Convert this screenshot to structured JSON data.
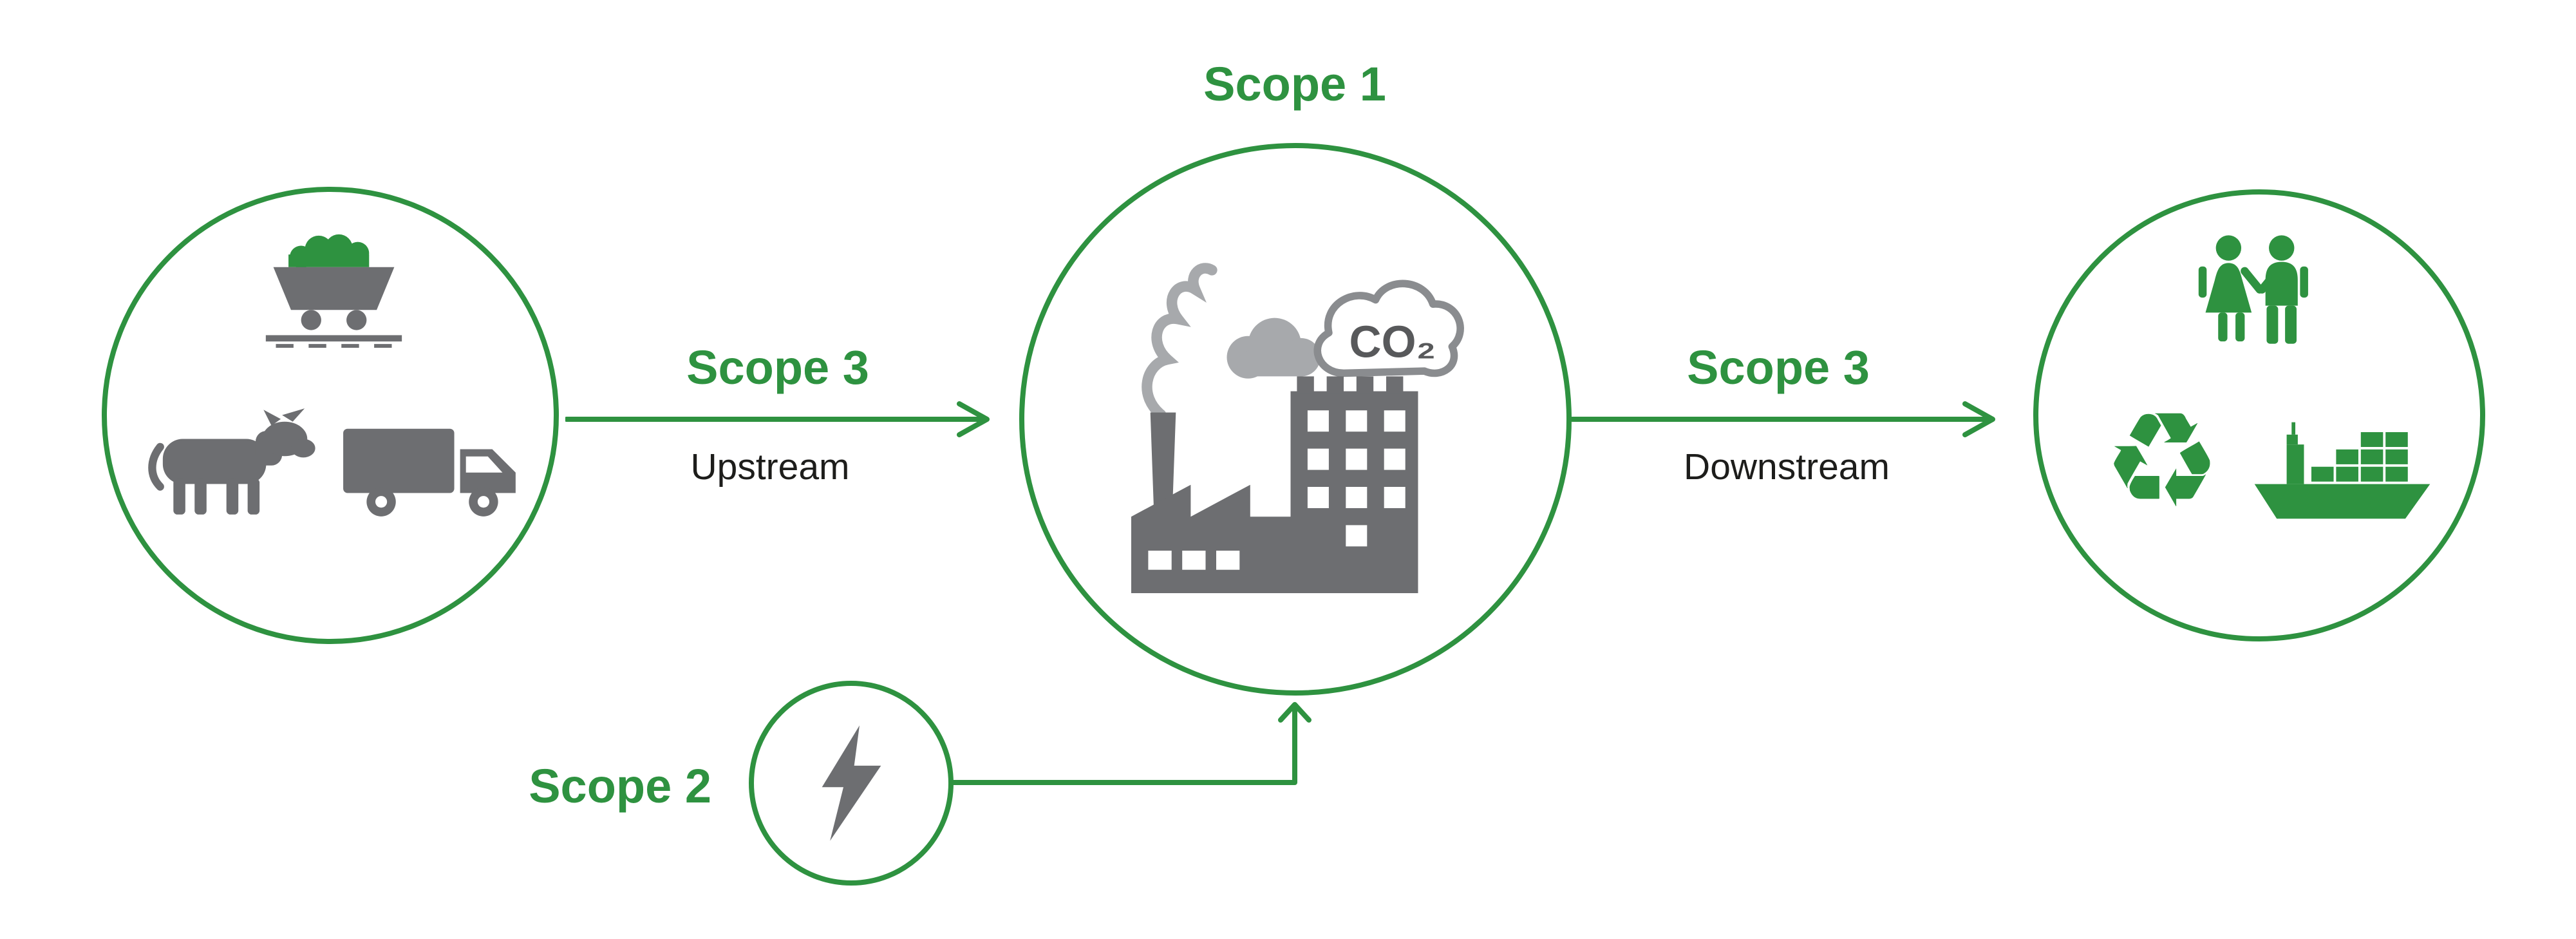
{
  "colors": {
    "green": "#2e9240",
    "icon_gray": "#6d6e71",
    "smoke_gray": "#a7a9ac",
    "cloud_stroke": "#8a8c8f",
    "co2_text_gray": "#58595b",
    "text_dark": "#1d1d1b",
    "background": "#ffffff"
  },
  "nodes": {
    "upstream_inputs": {
      "icons": [
        "mine-cart-icon",
        "cow-icon",
        "truck-icon"
      ]
    },
    "scope1": {
      "label": "Scope 1",
      "co2_text": "CO₂",
      "icons": [
        "factory-icon",
        "smoke-icon",
        "gray-cloud-icon",
        "co2-cloud-icon"
      ]
    },
    "scope2": {
      "label": "Scope 2",
      "icons": [
        "lightning-bolt-icon"
      ]
    },
    "downstream_outputs": {
      "icons": [
        "couple-icon",
        "recycle-icon",
        "cargo-ship-icon"
      ],
      "recycle_glyph": "♻"
    }
  },
  "arrows": {
    "upstream_to_scope1": {
      "label": "Scope 3",
      "sublabel": "Upstream"
    },
    "scope1_to_downstream": {
      "label": "Scope 3",
      "sublabel": "Downstream"
    },
    "scope2_to_scope1": {
      "label": ""
    }
  }
}
